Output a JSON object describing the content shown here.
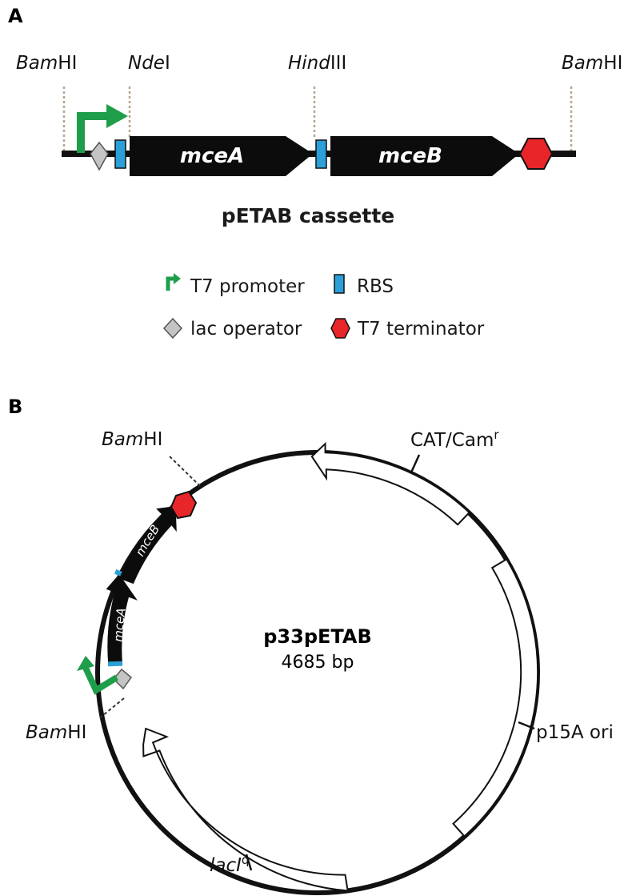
{
  "panel_a": {
    "label": "A",
    "sites": {
      "bamhi_left": {
        "italic": "Bam",
        "plain": "HI"
      },
      "ndei": {
        "italic": "Nde",
        "plain": "I"
      },
      "hindiii": {
        "italic": "Hind",
        "plain": "III"
      },
      "bamhi_right": {
        "italic": "Bam",
        "plain": "HI"
      }
    },
    "genes": {
      "first": "mceA",
      "second": "mceB"
    },
    "title": "pETAB cassette",
    "legend": {
      "t7_promoter": "T7 promoter",
      "rbs": "RBS",
      "lac_operator": "lac operator",
      "t7_terminator": "T7 terminator"
    }
  },
  "panel_b": {
    "label": "B",
    "plasmid_name": "p33pETAB",
    "plasmid_size": "4685 bp",
    "features": {
      "cat": {
        "text": "CAT/Cam",
        "sup": "r"
      },
      "ori": {
        "text": "p15A ori"
      },
      "laci": {
        "text": "lacI",
        "sup": "q"
      }
    },
    "genes": {
      "first": "mceA",
      "second": "mceB"
    },
    "sites": {
      "bamhi_top": {
        "italic": "Bam",
        "plain": "HI"
      },
      "bamhi_bottom": {
        "italic": "Bam",
        "plain": "HI"
      }
    }
  },
  "colors": {
    "promoter_green": "#1e9e4a",
    "rbs_blue": "#2b9fd8",
    "operator_gray": "#c4c4c4",
    "terminator_red": "#e8262a",
    "backbone": "#111111",
    "site_line": "#b8a68c"
  },
  "icons": {
    "promoter": "bent-arrow-icon",
    "rbs": "rectangle-icon",
    "operator": "diamond-icon",
    "terminator": "hexagon-icon"
  }
}
